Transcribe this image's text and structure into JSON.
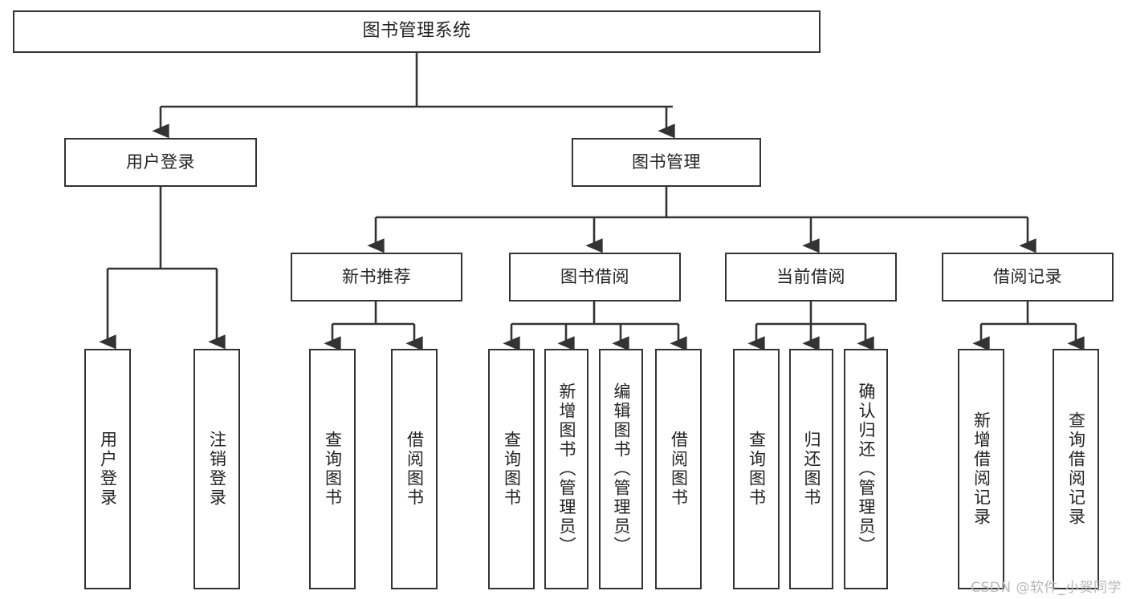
{
  "diagram": {
    "title": "图书管理系统",
    "type": "tree-hierarchy",
    "watermark": "CSDN @软件_小贺同学",
    "colors": {
      "background": "#ffffff",
      "box_border": "#333333",
      "box_fill": "#ffffff",
      "text": "#222222",
      "connector": "#333333",
      "watermark": "#b8b8b8"
    },
    "levels": [
      {
        "level": 1,
        "nodes": [
          {
            "id": "root",
            "label": "图书管理系统"
          }
        ]
      },
      {
        "level": 2,
        "nodes": [
          {
            "id": "user-login",
            "label": "用户登录",
            "parent": "root"
          },
          {
            "id": "book-management",
            "label": "图书管理",
            "parent": "root"
          }
        ]
      },
      {
        "level": 3,
        "nodes": [
          {
            "id": "new-book-recommend",
            "label": "新书推荐",
            "parent": "book-management"
          },
          {
            "id": "book-borrow",
            "label": "图书借阅",
            "parent": "book-management"
          },
          {
            "id": "current-borrow",
            "label": "当前借阅",
            "parent": "book-management"
          },
          {
            "id": "borrow-record",
            "label": "借阅记录",
            "parent": "book-management"
          }
        ]
      },
      {
        "level": 4,
        "nodes": [
          {
            "id": "leaf-user-login",
            "label": "用户登录",
            "parent": "user-login"
          },
          {
            "id": "leaf-user-logout",
            "label": "注销登录",
            "parent": "user-login"
          },
          {
            "id": "leaf-query-book-1",
            "label": "查询图书",
            "parent": "new-book-recommend"
          },
          {
            "id": "leaf-borrow-book-1",
            "label": "借阅图书",
            "parent": "new-book-recommend"
          },
          {
            "id": "leaf-query-book-2",
            "label": "查询图书",
            "parent": "book-borrow"
          },
          {
            "id": "leaf-add-book",
            "label": "新增图书（管理员）",
            "parent": "book-borrow"
          },
          {
            "id": "leaf-edit-book",
            "label": "编辑图书（管理员）",
            "parent": "book-borrow"
          },
          {
            "id": "leaf-borrow-book-2",
            "label": "借阅图书",
            "parent": "book-borrow"
          },
          {
            "id": "leaf-query-book-3",
            "label": "查询图书",
            "parent": "current-borrow"
          },
          {
            "id": "leaf-return-book",
            "label": "归还图书",
            "parent": "current-borrow"
          },
          {
            "id": "leaf-confirm-return",
            "label": "确认归还（管理员）",
            "parent": "current-borrow"
          },
          {
            "id": "leaf-add-record",
            "label": "新增借阅记录",
            "parent": "borrow-record"
          },
          {
            "id": "leaf-query-record",
            "label": "查询借阅记录",
            "parent": "borrow-record"
          }
        ]
      }
    ]
  }
}
